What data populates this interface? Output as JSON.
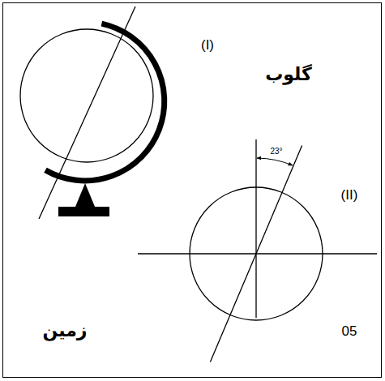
{
  "diagram": {
    "labels": [
      "(I)",
      "گلوب",
      "23°",
      "(II)",
      "زمین",
      "05"
    ]
  }
}
